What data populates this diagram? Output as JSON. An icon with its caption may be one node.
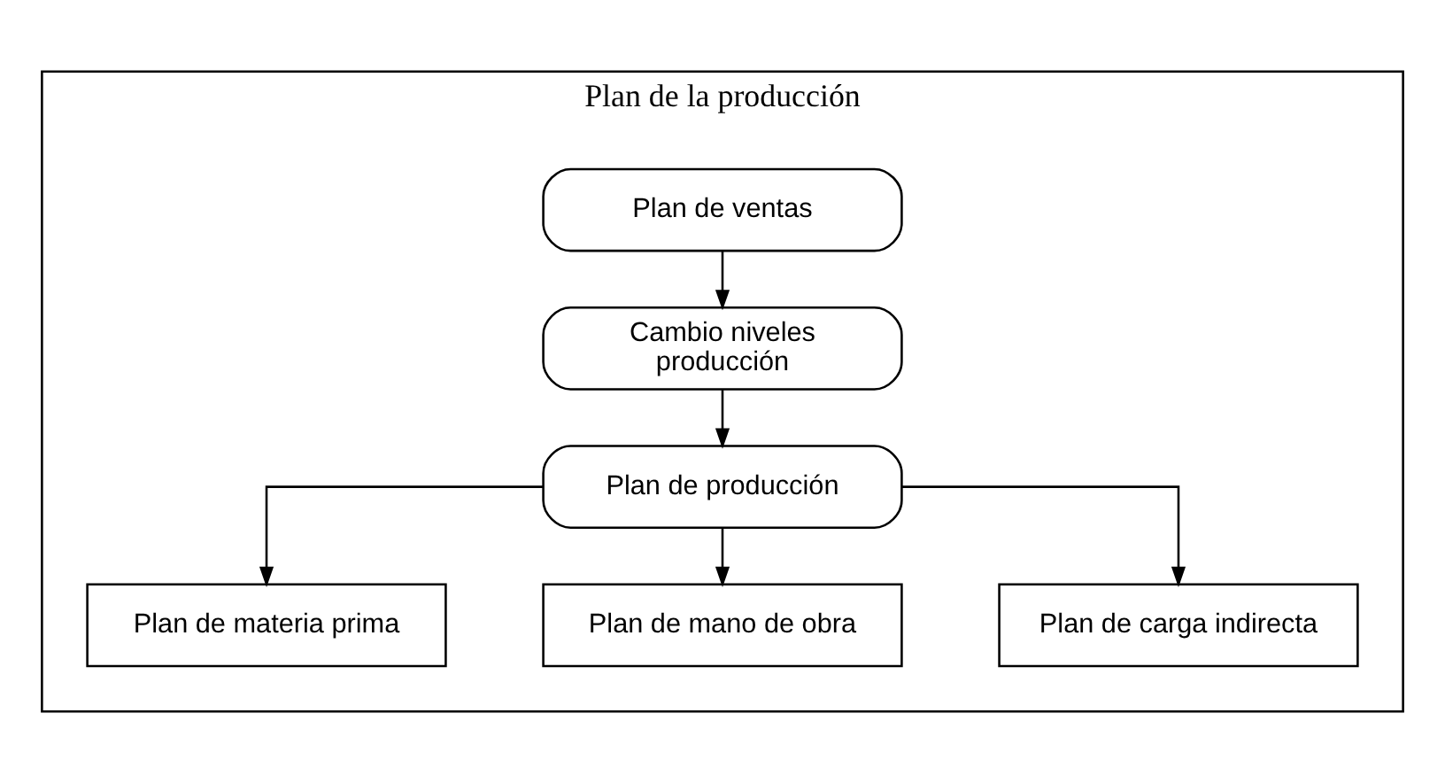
{
  "diagram": {
    "nodes": [
      {
        "text": [
          "Plan de la producción"
        ]
      },
      {
        "text": [
          "Plan de ventas"
        ],
        "in": 0
      },
      {
        "text": [
          "Cambio niveles producción"
        ],
        "in": 0
      },
      {
        "text": [
          "Plan de producción"
        ],
        "in": 0
      },
      {
        "text": [
          "Plan de materia prima"
        ],
        "in": 0
      },
      {
        "text": [
          "Plan de mano de obra"
        ],
        "in": 0
      },
      {
        "text": [
          "Plan de carga indirecta"
        ],
        "in": 0
      }
    ],
    "edges": [
      {
        "from": 1,
        "to": 2,
        "arrow": "to"
      },
      {
        "from": 2,
        "to": 3,
        "arrow": "to"
      },
      {
        "from": 3,
        "to": 4,
        "arrow": "to"
      },
      {
        "from": 3,
        "to": 5,
        "arrow": "to"
      },
      {
        "from": 3,
        "to": 6,
        "arrow": "to"
      }
    ]
  }
}
